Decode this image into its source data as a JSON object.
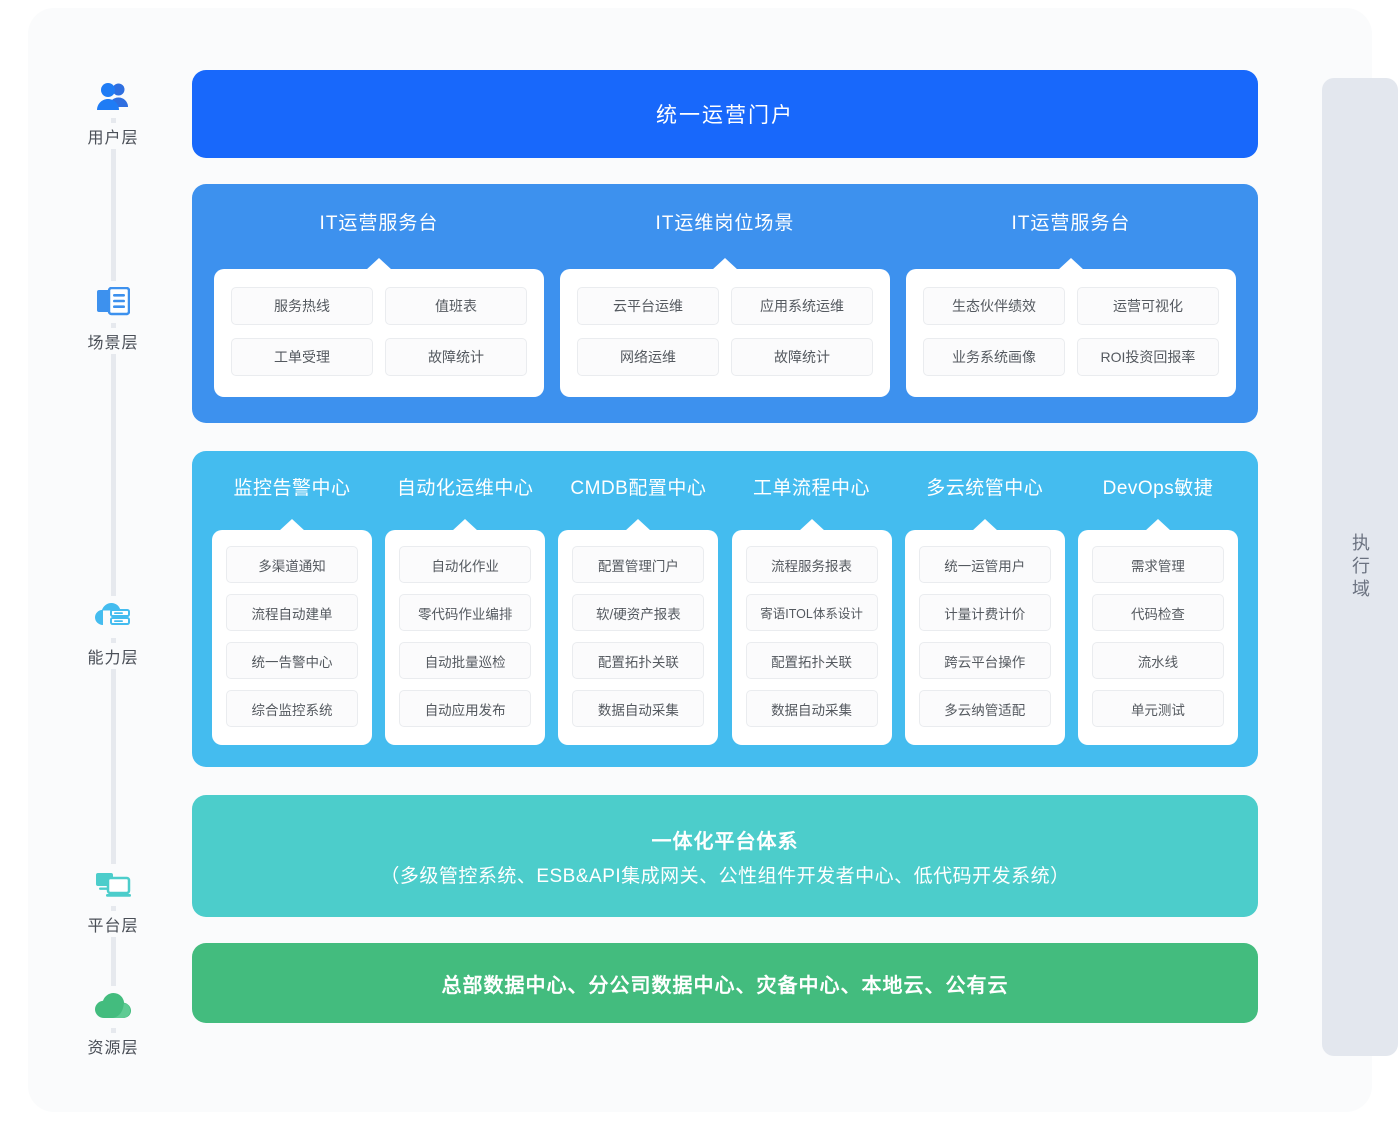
{
  "rail": {
    "items": [
      {
        "label": "用户层",
        "icon": "users-icon",
        "color": "#1868fb"
      },
      {
        "label": "场景层",
        "icon": "document-panel-icon",
        "color": "#3d91ee"
      },
      {
        "label": "能力层",
        "icon": "cloud-server-icon",
        "color": "#44bcef"
      },
      {
        "label": "平台层",
        "icon": "devices-icon",
        "color": "#4ccdcb"
      },
      {
        "label": "资源层",
        "icon": "cloud-icon",
        "color": "#43bc7e"
      }
    ]
  },
  "portal": {
    "title": "统一运营门户",
    "color": "#1868fb"
  },
  "scene": {
    "color": "#3d91ee",
    "columns": [
      {
        "head": "IT运营服务台",
        "chips": [
          "服务热线",
          "值班表",
          "工单受理",
          "故障统计"
        ]
      },
      {
        "head": "IT运维岗位场景",
        "chips": [
          "云平台运维",
          "应用系统运维",
          "网络运维",
          "故障统计"
        ]
      },
      {
        "head": "IT运营服务台",
        "chips": [
          "生态伙伴绩效",
          "运营可视化",
          "业务系统画像",
          "ROI投资回报率"
        ]
      }
    ]
  },
  "capability": {
    "color": "#44bcef",
    "columns": [
      {
        "head": "监控告警中心",
        "chips": [
          "多渠道通知",
          "流程自动建单",
          "统一告警中心",
          "综合监控系统"
        ]
      },
      {
        "head": "自动化运维中心",
        "chips": [
          "自动化作业",
          "零代码作业编排",
          "自动批量巡检",
          "自动应用发布"
        ]
      },
      {
        "head": "CMDB配置中心",
        "chips": [
          "配置管理门户",
          "软/硬资产报表",
          "配置拓扑关联",
          "数据自动采集"
        ]
      },
      {
        "head": "工单流程中心",
        "chips": [
          "流程服务报表",
          "寄语ITOL体系设计",
          "配置拓扑关联",
          "数据自动采集"
        ]
      },
      {
        "head": "多云统管中心",
        "chips": [
          "统一运管用户",
          "计量计费计价",
          "跨云平台操作",
          "多云纳管适配"
        ]
      },
      {
        "head": "DevOps敏捷",
        "chips": [
          "需求管理",
          "代码检查",
          "流水线",
          "单元测试"
        ]
      }
    ]
  },
  "platform": {
    "color": "#4ccdcb",
    "title": "一体化平台体系",
    "subtitle": "（多级管控系统、ESB&API集成网关、公性组件开发者中心、低代码开发系统）"
  },
  "resource": {
    "color": "#43bc7e",
    "title": "总部数据中心、分公司数据中心、灾备中心、本地云、公有云"
  },
  "domain_panel": {
    "label": "执行域"
  }
}
